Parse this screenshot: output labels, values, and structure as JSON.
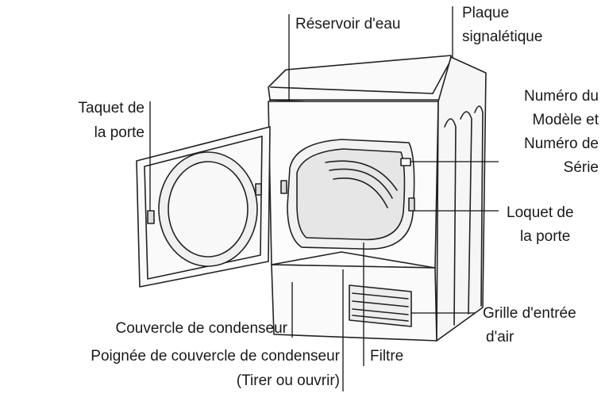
{
  "labels": {
    "reservoir": "Réservoir d'eau",
    "plaque_l1": "Plaque",
    "plaque_l2": "signalétique",
    "taquet_l1": "Taquet de",
    "taquet_l2": "la porte",
    "numero_l1": "Numéro du",
    "numero_l2": "Modèle et",
    "numero_l3": "Numéro de",
    "numero_l4": "Série",
    "loquet_l1": "Loquet de",
    "loquet_l2": "la porte",
    "grille_l1": "Grille d'entrée",
    "grille_l2": "d'air",
    "couvercle": "Couvercle de condenseur",
    "poignee_l1": "Poignée de couvercle de condenseur",
    "poignee_l2": "(Tirer ou ouvrir)",
    "filtre": "Filtre"
  }
}
